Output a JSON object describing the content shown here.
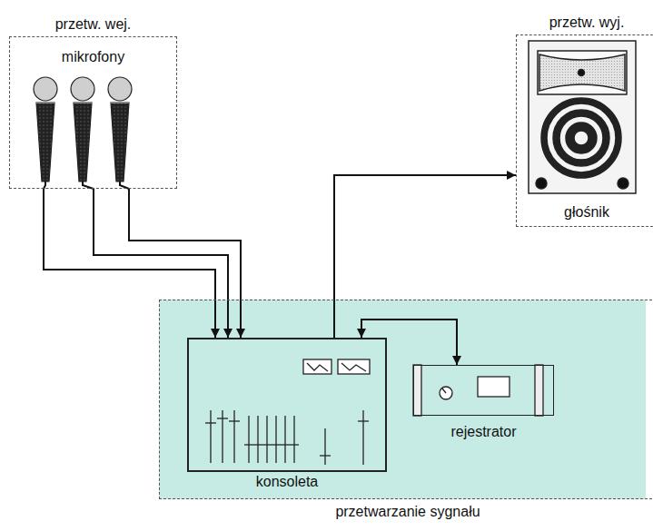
{
  "diagram": {
    "nodes": [
      {
        "text": [
          "przetw. wej.",
          "mikrofony"
        ]
      },
      {
        "text": [
          "przetw. wyj.",
          "głośnik"
        ]
      },
      {
        "text": [
          "przetwarzanie sygnału"
        ]
      },
      {
        "text": [
          "konsoleta"
        ],
        "in": 2
      },
      {
        "text": [
          "rejestrator"
        ],
        "in": 2
      }
    ],
    "edges": [
      {
        "from": 0,
        "to": 3,
        "arrow": "to"
      },
      {
        "from": 0,
        "to": 3,
        "arrow": "to"
      },
      {
        "from": 0,
        "to": 3,
        "arrow": "to"
      },
      {
        "from": 3,
        "to": 1,
        "arrow": "to"
      },
      {
        "from": 3,
        "to": 4,
        "arrow": "both"
      }
    ]
  }
}
